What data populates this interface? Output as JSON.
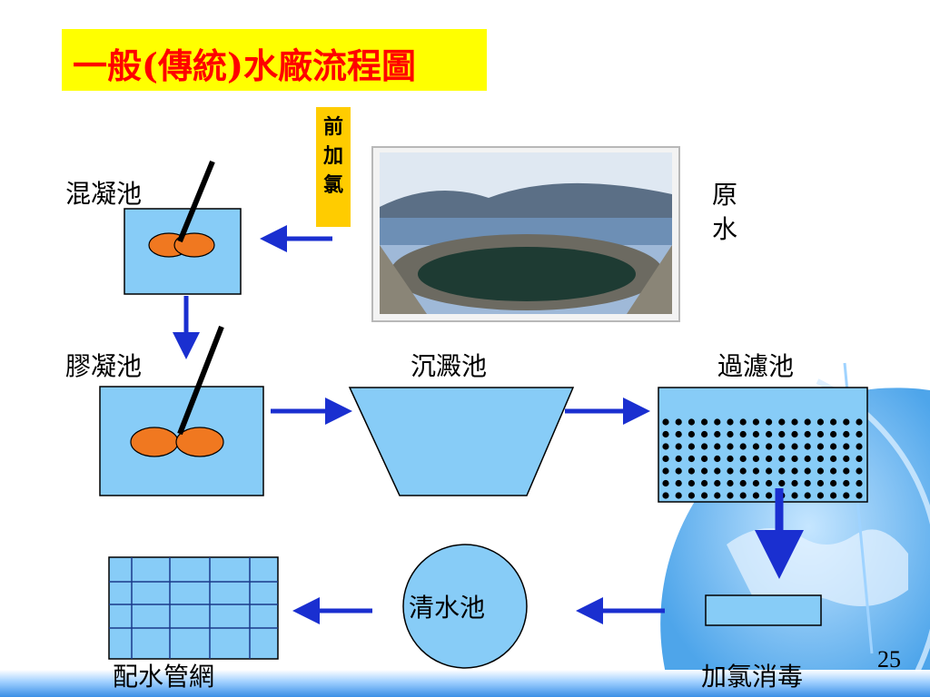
{
  "title": "一般(傳統)水廠流程圖",
  "pre_chlorination": "前加氯",
  "raw_water": "原水",
  "labels": {
    "coagulation": "混凝池",
    "flocculation": "膠凝池",
    "sedimentation": "沉澱池",
    "filtration": "過濾池",
    "clear_well": "清水池",
    "distribution": "配水管網",
    "disinfection": "加氯消毒"
  },
  "page_number": "25",
  "colors": {
    "title_bg": "#ffff00",
    "title_text": "#ff0000",
    "prechlor_bg": "#ffcc00",
    "tank_fill": "#87ccf7",
    "arrow": "#1a2fd0",
    "paddle": "#f07820"
  }
}
